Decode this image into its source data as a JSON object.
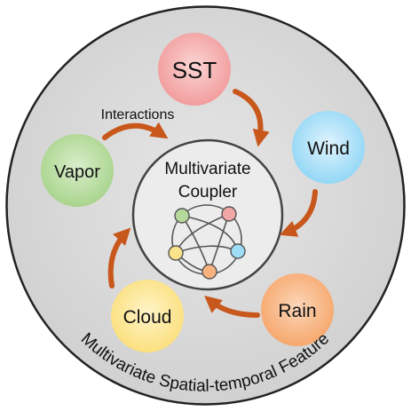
{
  "center": {
    "title_line1": "Multivariate",
    "title_line2": "Coupler"
  },
  "nodes": {
    "sst": "SST",
    "wind": "Wind",
    "rain": "Rain",
    "cloud": "Cloud",
    "vapor": "Vapor"
  },
  "interactions_label": "Interactions",
  "outer_label": "Multivariate Spatial-temporal Feature",
  "colors": {
    "arrow": "#c8571b",
    "outer_fill": "#d9d9d9",
    "inner_fill": "#ebebeb",
    "sst": "#f3a6a6",
    "wind": "#9fdcf7",
    "rain": "#f8b27e",
    "cloud": "#fbe38c",
    "vapor": "#b4d99a"
  }
}
